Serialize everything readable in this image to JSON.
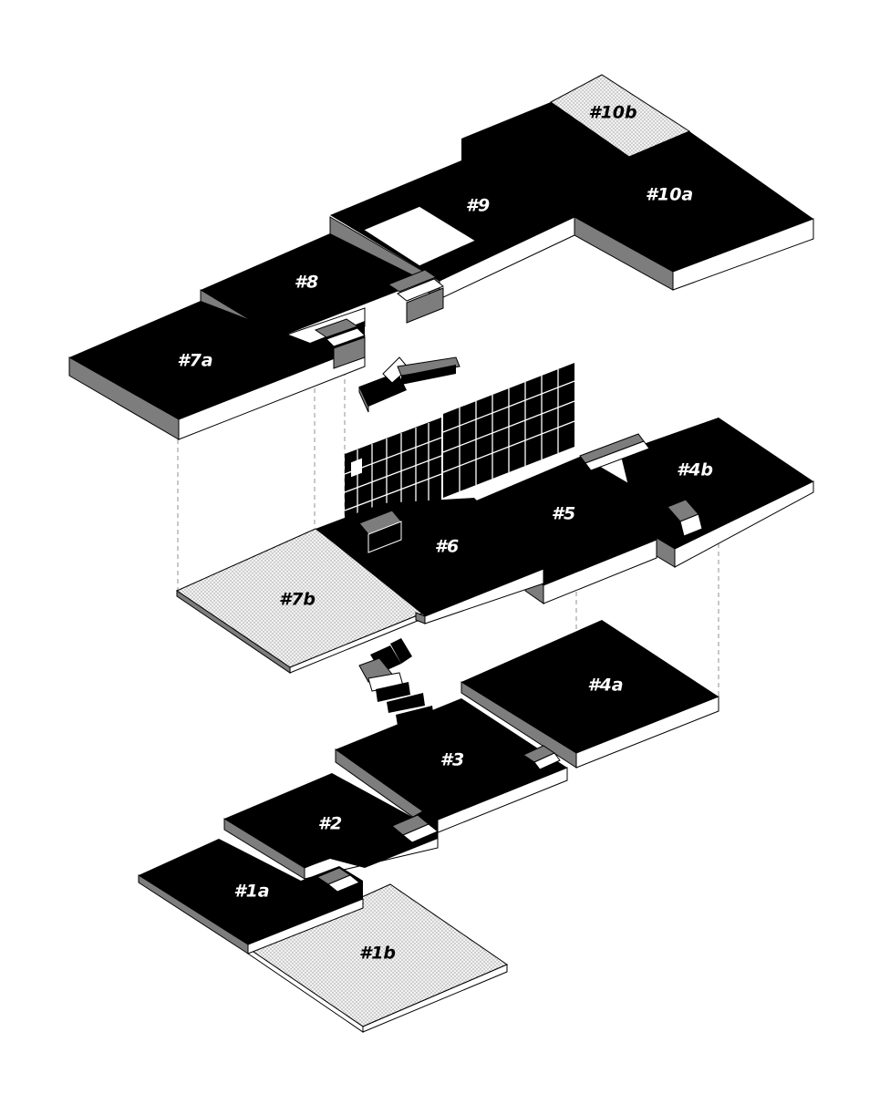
{
  "labels": {
    "p1a": "#1a",
    "p1b": "#1b",
    "p2": "#2",
    "p3": "#3",
    "p4a": "#4a",
    "p4b": "#4b",
    "p5": "#5",
    "p6": "#6",
    "p7a": "#7a",
    "p7b": "#7b",
    "p8": "#8",
    "p9": "#9",
    "p10a": "#10a",
    "p10b": "#10b"
  },
  "colors": {
    "platform": "#000000",
    "side_left": "#7d7d7d",
    "side_right": "#ffffff",
    "hatched_area": "#d9d9d9",
    "background": "#ffffff"
  }
}
